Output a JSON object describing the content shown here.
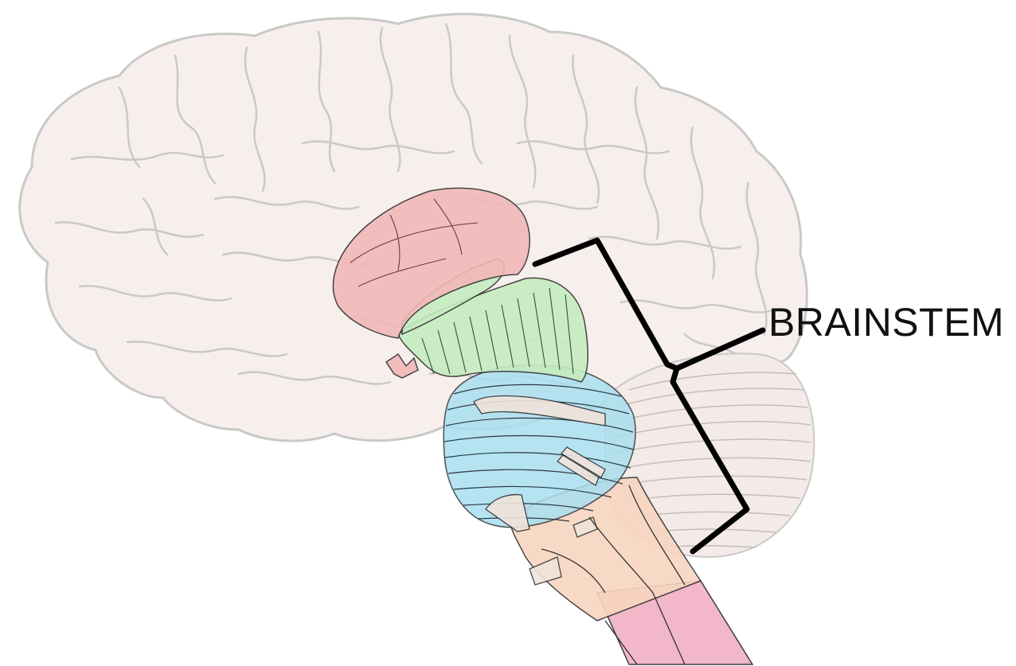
{
  "diagram": {
    "label": "BRAINSTEM"
  },
  "colors": {
    "background": "#ffffff",
    "cerebrum_fill": "#f7efec",
    "cerebrum_stroke": "#c9c9c9",
    "sulcus": "#c9c9c9",
    "thalamus_fill": "#f2b8b8",
    "midbrain_fill": "#c6ecc0",
    "pons_fill": "#a9dff0",
    "medulla_fill": "#f8d5bf",
    "spinal_fill": "#f2b4c7",
    "cerebellum_fill": "#f4ebe8",
    "outline": "#333333",
    "bracket": "#000000"
  },
  "icons": [
    "brain-illustration",
    "bracket"
  ]
}
